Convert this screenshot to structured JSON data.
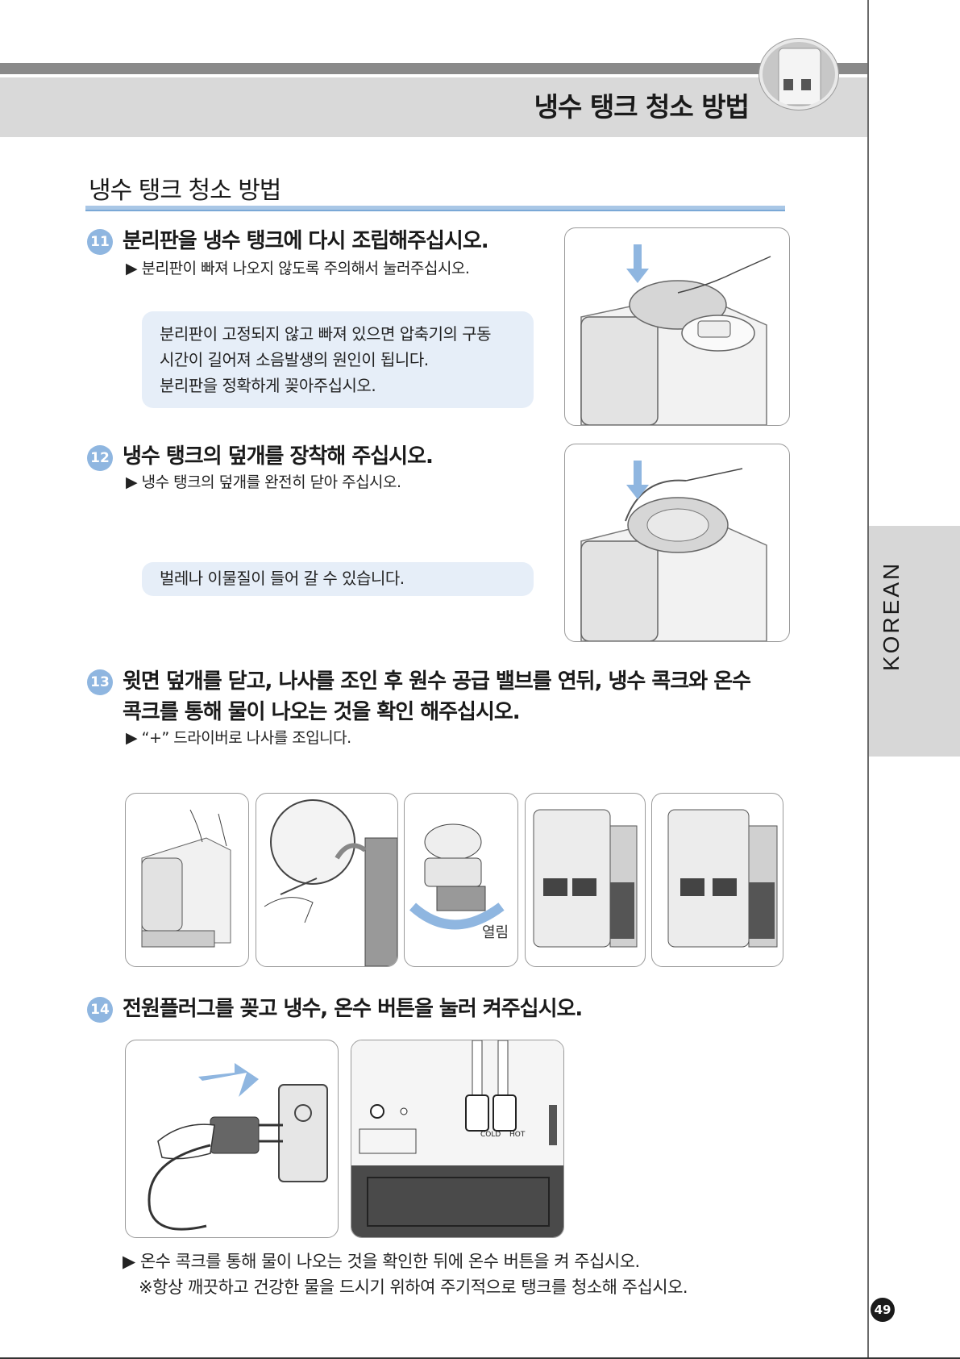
{
  "header": {
    "title": "냉수 탱크 청소 방법"
  },
  "side_tab": {
    "label": "KOREAN"
  },
  "section": {
    "title": "냉수 탱크 청소 방법"
  },
  "steps": [
    {
      "num": "11",
      "title": "분리판을 냉수 탱크에 다시 조립해주십시오.",
      "sub": "▶ 분리판이 빠져 나오지 않도록 주의해서 눌러주십시오.",
      "note": [
        "분리판이 고정되지 않고 빠져 있으면 압축기의 구동",
        "시간이 길어져 소음발생의 원인이 됩니다.",
        "분리판을 정확하게 꽂아주십시오."
      ]
    },
    {
      "num": "12",
      "title": "냉수 탱크의 덮개를 장착해 주십시오.",
      "sub": "▶ 냉수 탱크의 덮개를 완전히 닫아 주십시오.",
      "note": [
        "벌레나 이물질이 들어 갈 수 있습니다."
      ]
    },
    {
      "num": "13",
      "title_lines": [
        "윗면 덮개를 닫고, 나사를 조인 후 원수 공급 밸브를 연뒤, 냉수 콕크와 온수",
        "콕크를 통해 물이 나오는 것을 확인 해주십시오."
      ],
      "sub": "▶ “+” 드라이버로 나사를 조입니다.",
      "image_label": "열림"
    },
    {
      "num": "14",
      "title": "전원플러그를 꽂고 냉수, 온수 버튼을 눌러 켜주십시오.",
      "labels": {
        "cold": "COLD",
        "hot": "HOT"
      }
    }
  ],
  "bottom": {
    "line1": "▶ 온수 콕크를 통해 물이 나오는 것을 확인한 뒤에 온수 버튼을 켜 주십시오.",
    "line2": "※항상 깨끗하고 건강한 물을 드시기 위하여 주기적으로 탱크를 청소해 주십시오."
  },
  "page": {
    "number": "49"
  },
  "colors": {
    "accent_blue": "#8fb6e0",
    "note_bg": "#e6eef8",
    "band_gray": "#d9d9d9"
  }
}
